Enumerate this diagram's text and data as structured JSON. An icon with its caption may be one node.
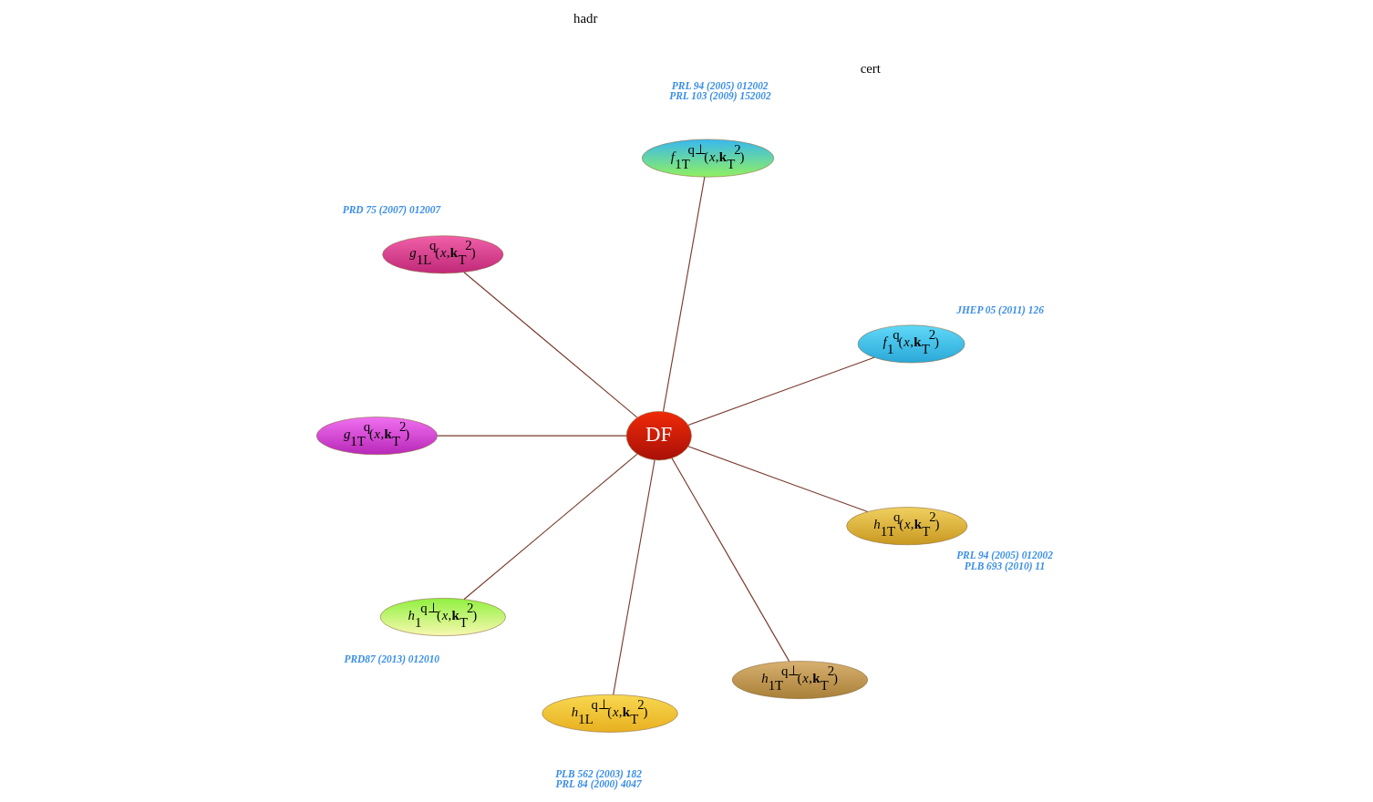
{
  "diagram": {
    "nodes": [
      {
        "text": [
          "DF"
        ]
      },
      {
        "text": [
          "*f*$_{1}$$^{q}$(*x*,**k**$_{T}$$^{2}$)"
        ],
        "beside": [
          "JHEP 05 (2011) 126"
        ]
      },
      {
        "text": [
          "*f*$_{1T}$$^{q⊥}$(*x*,**k**$_{T}$$^{2}$)"
        ],
        "beside": [
          "PRL 94 (2005) 012002",
          "PRL 103 (2009) 152002"
        ]
      },
      {
        "text": [
          "*g*$_{1L}$$^{q}$(*x*,**k**$_{T}$$^{2}$)"
        ],
        "beside": [
          "PRD 75 (2007) 012007"
        ]
      },
      {
        "text": [
          "*g*$_{1T}$$^{q}$(*x*,**k**$_{T}$$^{2}$)"
        ]
      },
      {
        "text": [
          "*h*$_{1}$$^{q⊥}$(*x*,**k**$_{T}$$^{2}$)"
        ],
        "beside": [
          "PRD87 (2013) 012010"
        ]
      },
      {
        "text": [
          "*h*$_{1L}$$^{q⊥}$(*x*,**k**$_{T}$$^{2}$)"
        ],
        "beside": [
          "PLB 562 (2003) 182",
          "PRL 84 (2000) 4047"
        ]
      },
      {
        "text": [
          "*h*$_{1T}$$^{q⊥}$(*x*,**k**$_{T}$$^{2}$)"
        ]
      },
      {
        "text": [
          "*h*$_{1T}$$^{q}$(*x*,**k**$_{T}$$^{2}$)"
        ],
        "beside": [
          "PRL 94 (2005) 012002",
          "PLB 693 (2010) 11"
        ]
      }
    ],
    "edges": [
      {
        "from": 0,
        "to": 1,
        "arrow": "none"
      },
      {
        "from": 0,
        "to": 2,
        "arrow": "none"
      },
      {
        "from": 0,
        "to": 3,
        "arrow": "none"
      },
      {
        "from": 0,
        "to": 4,
        "arrow": "none"
      },
      {
        "from": 0,
        "to": 5,
        "arrow": "none"
      },
      {
        "from": 0,
        "to": 6,
        "arrow": "none"
      },
      {
        "from": 0,
        "to": 7,
        "arrow": "none"
      },
      {
        "from": 0,
        "to": 8,
        "arrow": "none"
      }
    ],
    "labels": [
      "cert",
      "hadr"
    ]
  }
}
